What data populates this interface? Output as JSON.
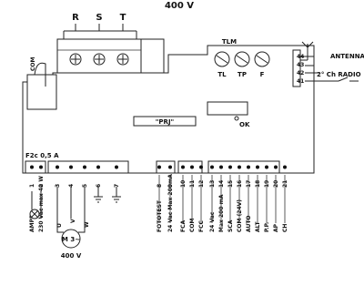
{
  "supply": {
    "voltage": "400 V",
    "phases": [
      "R",
      "S",
      "T"
    ]
  },
  "board": {
    "tlm": "TLM",
    "trimmers": [
      "TL",
      "TP",
      "F"
    ],
    "prj": "\"PRJ\"",
    "ok": "OK",
    "fuse": "F2c 0,5 A",
    "com": "COM"
  },
  "antenna": {
    "title": "ANTENNA",
    "pins": [
      "44",
      "43",
      "42",
      "41"
    ],
    "radio": "2° Ch RADIO"
  },
  "terminals": [
    {
      "n": "1",
      "label": "AMPR"
    },
    {
      "n": "2",
      "label": "230 Vac max 40 W"
    },
    {
      "n": "3",
      "label": ""
    },
    {
      "n": "4",
      "label": ""
    },
    {
      "n": "5",
      "label": ""
    },
    {
      "n": "6",
      "label": ""
    },
    {
      "n": "7",
      "label": ""
    },
    {
      "n": "8",
      "label": "FOTOTEST"
    },
    {
      "n": "9",
      "label": "24 Vac Max 200mA"
    },
    {
      "n": "10",
      "label": "FCA"
    },
    {
      "n": "11",
      "label": "COM"
    },
    {
      "n": "12",
      "label": "FCC"
    },
    {
      "n": "13",
      "label": "24 Vac"
    },
    {
      "n": "14",
      "label": "Max 200 mA"
    },
    {
      "n": "15",
      "label": "SCA"
    },
    {
      "n": "16",
      "label": "COM (24V)"
    },
    {
      "n": "17",
      "label": "AUTO"
    },
    {
      "n": "18",
      "label": "ALT"
    },
    {
      "n": "19",
      "label": "P.P."
    },
    {
      "n": "20",
      "label": "AP"
    },
    {
      "n": "21",
      "label": "CH"
    }
  ],
  "motor": {
    "symbol": "M 3~",
    "voltage": "400 V",
    "windings": [
      "U",
      "V",
      "W"
    ]
  }
}
